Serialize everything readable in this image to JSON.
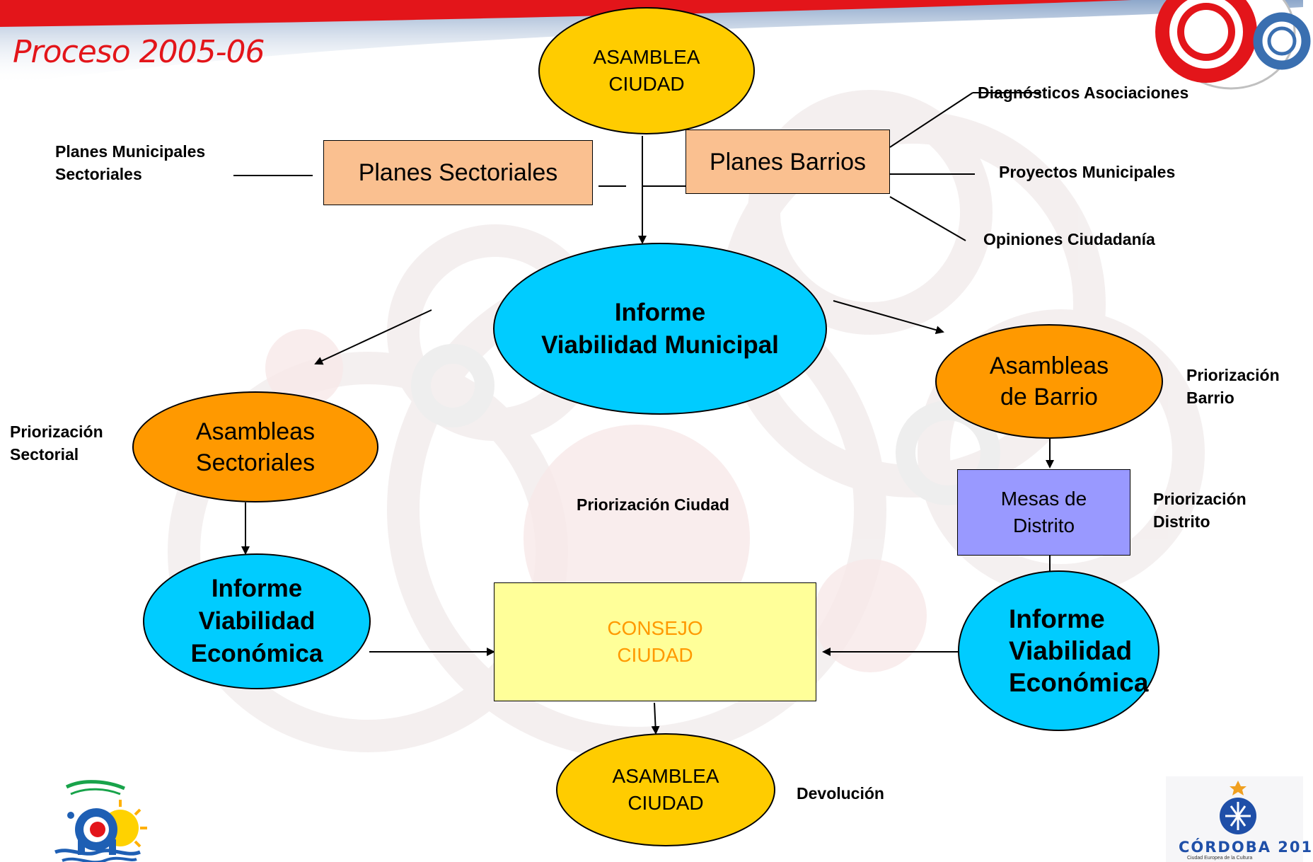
{
  "slide": {
    "title": "Proceso 2005-06"
  },
  "nodes": {
    "asamblea_top": "ASAMBLEA\nCIUDAD",
    "planes_sectoriales": "Planes Sectoriales",
    "planes_barrios": "Planes Barrios",
    "informe_municipal": "Informe\nViabilidad Municipal",
    "asambleas_barrio": "Asambleas\nde Barrio",
    "asambleas_sectoriales": "Asambleas\nSectoriales",
    "mesas_distrito": "Mesas de\nDistrito",
    "informe_economica_left": "Informe\nViabilidad\nEconómica",
    "informe_economica_right": "Informe\nViabilidad\nEconómica",
    "consejo_ciudad": "CONSEJO\nCIUDAD",
    "asamblea_bottom": "ASAMBLEA\nCIUDAD"
  },
  "labels": {
    "planes_municipales": "Planes Municipales\nSectoriales",
    "diagnosticos": "Diagnósticos Asociaciones",
    "proyectos": "Proyectos Municipales",
    "opiniones": "Opiniones Ciudadanía",
    "priorizacion_barrio": "Priorización\nBarrio",
    "priorizacion_sectorial": "Priorización\nSectorial",
    "priorizacion_ciudad": "Priorización Ciudad",
    "priorizacion_distrito": "Priorización\nDistrito",
    "devolucion": "Devolución"
  },
  "logos": {
    "cordoba_text": "CÓRDOBA 201",
    "cordoba_subtext": "Ciudad Europea de la Cultura"
  },
  "colors": {
    "title_red": "#e3151a",
    "yellow_node": "#ffcc00",
    "orange_node": "#ff9900",
    "cyan_node": "#00ccff",
    "peach_box": "#fac090",
    "lavender_box": "#9999ff",
    "pale_yellow_box": "#ffff99",
    "consejo_text": "#ff9900",
    "header_red": "#e3151a",
    "header_blue": "#3a6fb0"
  }
}
